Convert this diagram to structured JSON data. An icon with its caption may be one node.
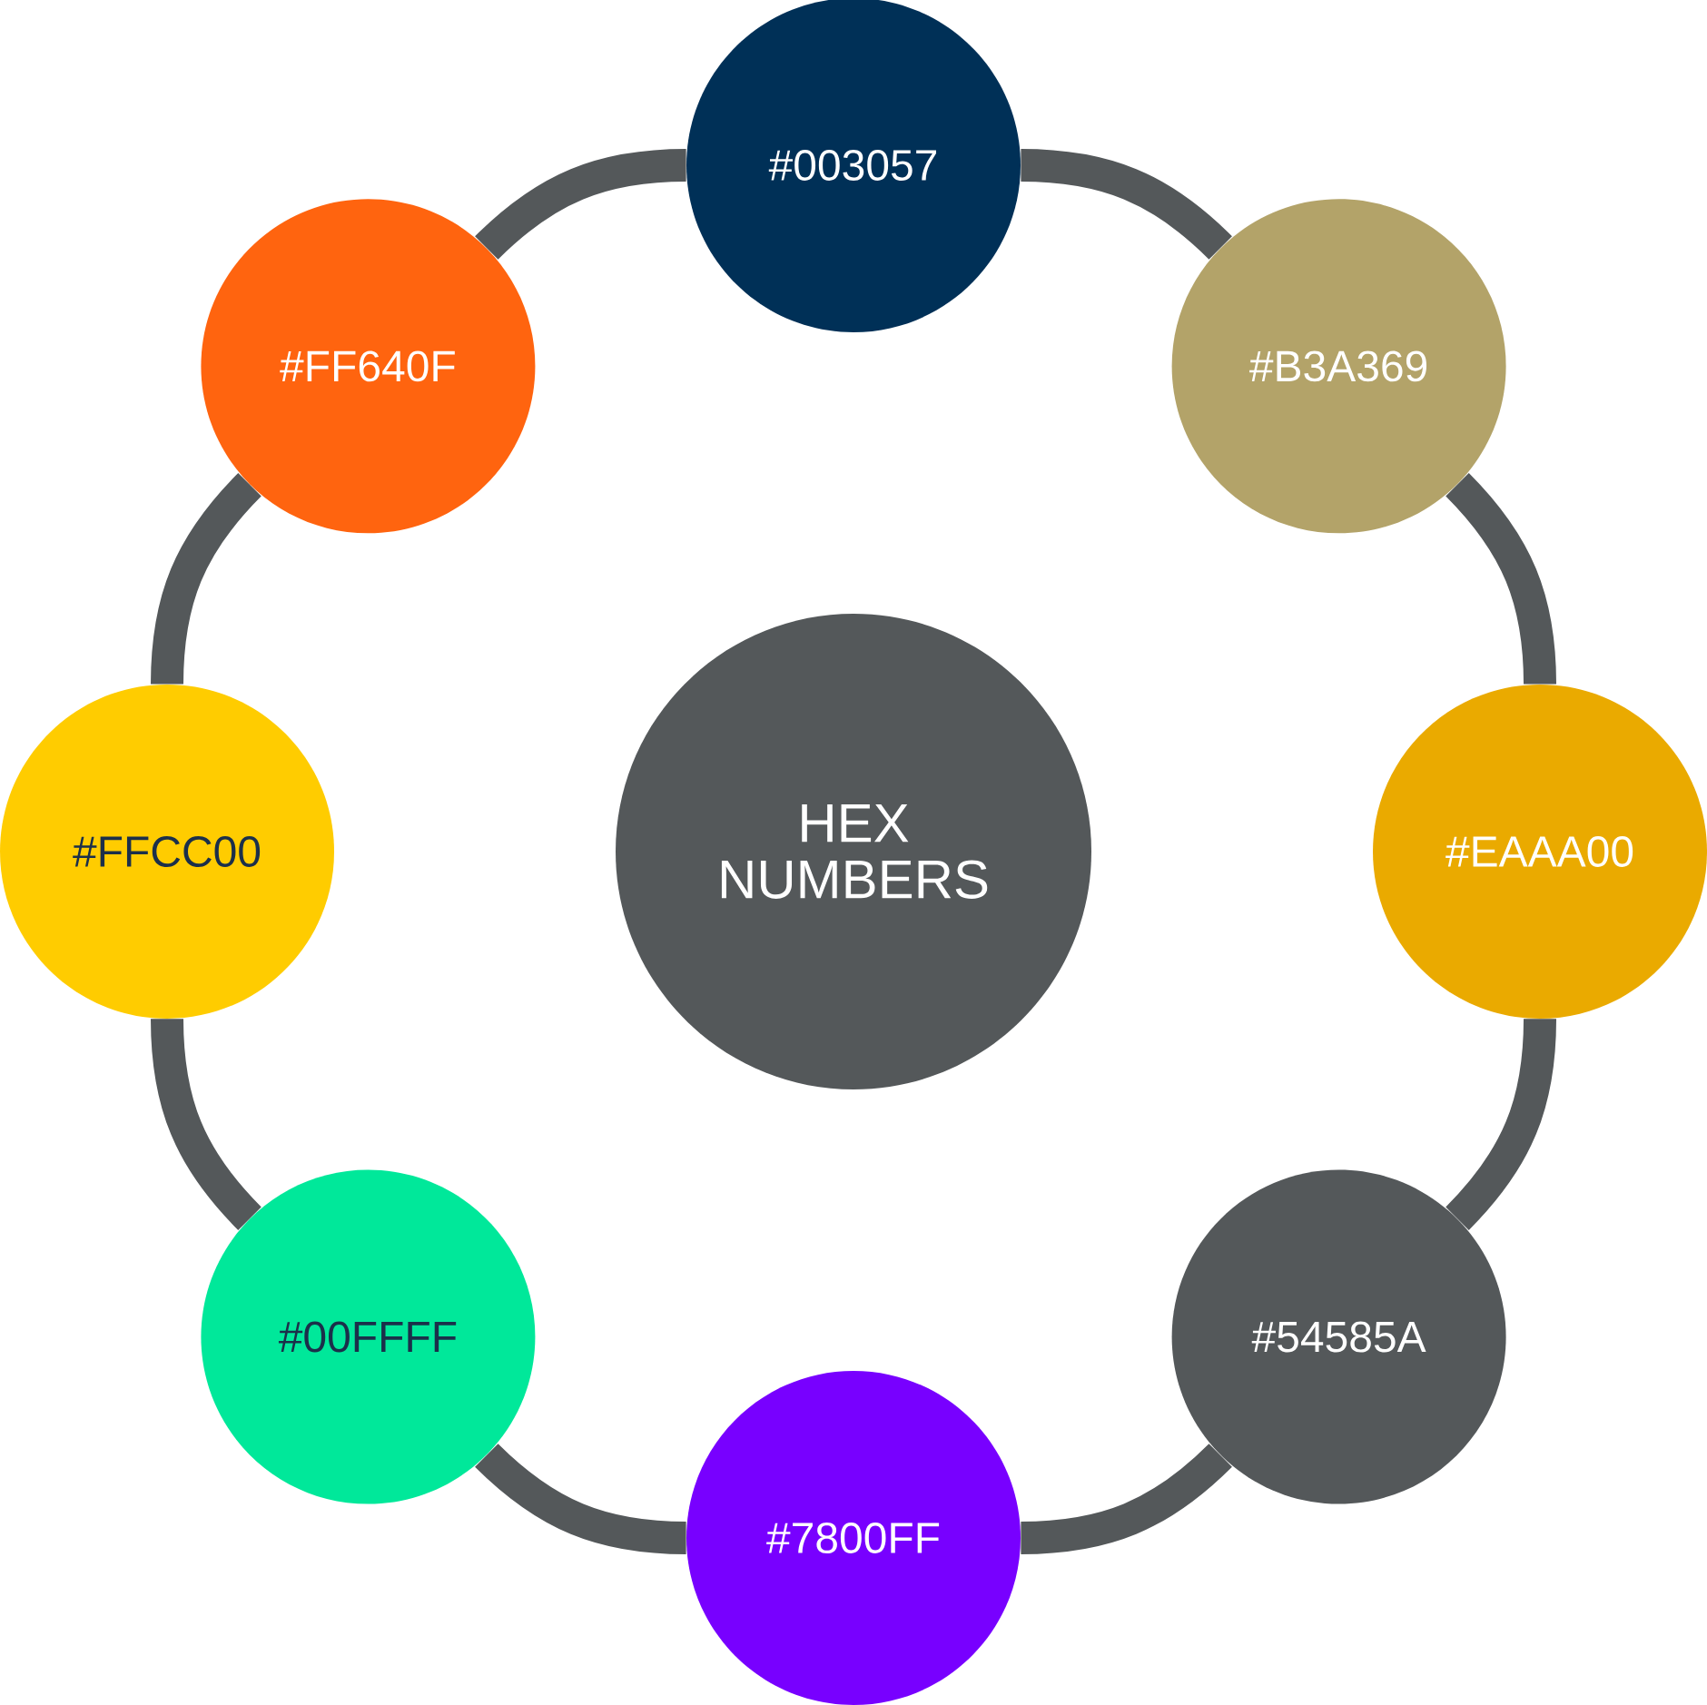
{
  "diagram": {
    "nodes": [
      {
        "text": [
          "HEX NUMBERS"
        ]
      },
      {
        "text": [
          "#003057"
        ]
      },
      {
        "text": [
          "#B3A369"
        ]
      },
      {
        "text": [
          "#EAAA00"
        ]
      },
      {
        "text": [
          "#54585A"
        ]
      },
      {
        "text": [
          "#7800FF"
        ]
      },
      {
        "text": [
          "#00FFFF"
        ]
      },
      {
        "text": [
          "#FFCC00"
        ]
      },
      {
        "text": [
          "#FF640F"
        ]
      }
    ],
    "edges": [
      {
        "from": 1,
        "to": 2,
        "arrow": "none"
      },
      {
        "from": 2,
        "to": 3,
        "arrow": "none"
      },
      {
        "from": 3,
        "to": 4,
        "arrow": "none"
      },
      {
        "from": 4,
        "to": 5,
        "arrow": "none"
      },
      {
        "from": 5,
        "to": 6,
        "arrow": "none"
      },
      {
        "from": 6,
        "to": 7,
        "arrow": "none"
      },
      {
        "from": 7,
        "to": 8,
        "arrow": "none"
      },
      {
        "from": 8,
        "to": 1,
        "arrow": "none"
      }
    ]
  }
}
